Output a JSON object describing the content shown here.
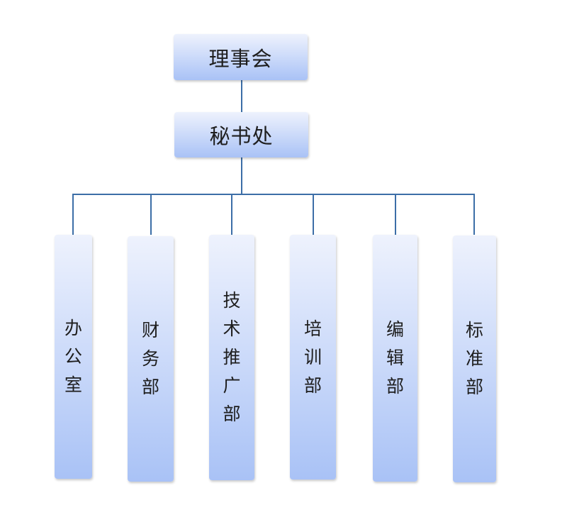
{
  "org_chart": {
    "board": {
      "label": "理事会"
    },
    "secretariat": {
      "label": "秘书处"
    },
    "departments": [
      {
        "label": "办公室"
      },
      {
        "label": "财务部"
      },
      {
        "label": "技术推广部"
      },
      {
        "label": "培训部"
      },
      {
        "label": "编辑部"
      },
      {
        "label": "标准部"
      }
    ]
  },
  "colors": {
    "box_gradient_top": "#eef2fd",
    "box_gradient_bottom": "#a9c2f6",
    "connector": "#3c6ea7",
    "text": "#1e1e1e"
  }
}
